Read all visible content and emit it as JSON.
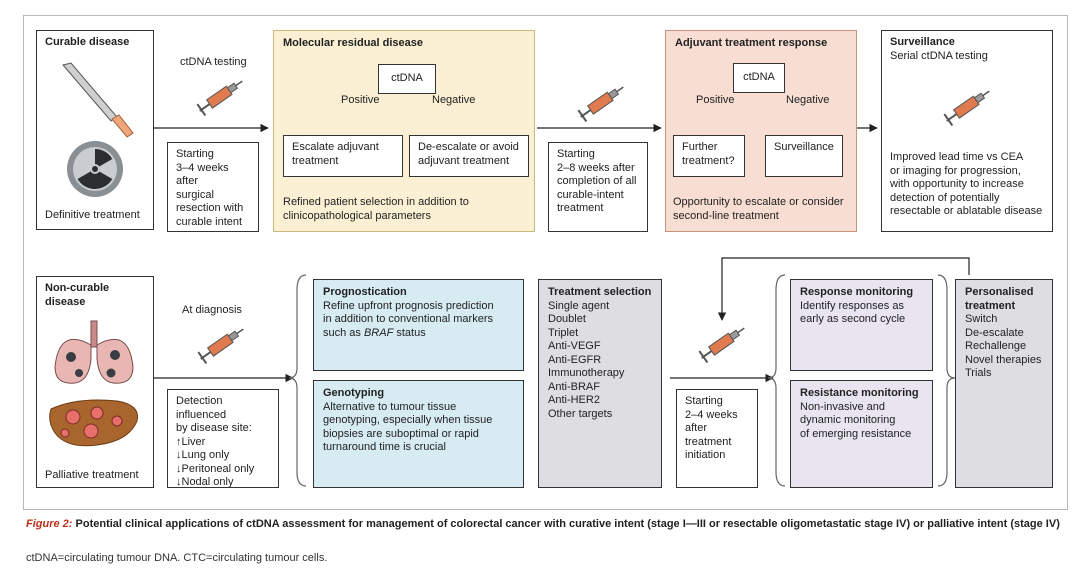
{
  "top_row": {
    "curable": {
      "title": "Curable disease",
      "footer": "Definitive treatment"
    },
    "ctdna_testing_label": "ctDNA testing",
    "starting_1": "Starting\n3–4 weeks after\nsurgical\nresection with\ncurable intent",
    "mrd": {
      "title": "Molecular residual disease",
      "ctdna": "ctDNA",
      "positive": "Positive",
      "negative": "Negative",
      "escalate": "Escalate adjuvant\ntreatment",
      "deescalate": "De-escalate or avoid\nadjuvant treatment",
      "footer": "Refined patient selection in addition to\nclinicopathological parameters"
    },
    "starting_2": "Starting\n2–8 weeks after\ncompletion of all\ncurable-intent\ntreatment",
    "adjuvant": {
      "title": "Adjuvant treatment response",
      "ctdna": "ctDNA",
      "positive": "Positive",
      "negative": "Negative",
      "further": "Further\ntreatment?",
      "surveillance": "Surveillance",
      "footer": "Opportunity to escalate or consider\nsecond-line treatment"
    },
    "surveillance": {
      "title": "Surveillance",
      "subtitle": "Serial ctDNA testing",
      "body": "Improved lead time vs CEA\nor imaging for progression,\nwith opportunity to increase\ndetection of potentially\nresectable or ablatable disease"
    }
  },
  "bottom_row": {
    "noncurable": {
      "title": "Non-curable\ndisease",
      "footer": "Palliative treatment"
    },
    "at_diagnosis": "At diagnosis",
    "detection": {
      "intro": "Detection influenced\nby disease site:",
      "items": [
        "↑Liver",
        "↓Lung only",
        "↓Peritoneal only",
        "↓Nodal only"
      ]
    },
    "prognostication": {
      "title": "Prognostication",
      "body_pre": "Refine upfront prognosis prediction\nin addition to conventional markers\nsuch as ",
      "body_em": "BRAF",
      "body_post": " status"
    },
    "genotyping": {
      "title": "Genotyping",
      "body": "Alternative to tumour tissue\ngenotyping, especially when tissue\nbiopsies are suboptimal or rapid\nturnaround time is crucial"
    },
    "treatment_selection": {
      "title": "Treatment selection",
      "items": [
        "Single agent",
        "Doublet",
        "Triplet",
        "Anti-VEGF",
        "Anti-EGFR",
        "Immunotherapy",
        "Anti-BRAF",
        "Anti-HER2",
        "Other targets"
      ]
    },
    "starting_3": "Starting\n2–4 weeks\nafter\ntreatment\ninitiation",
    "response_monitoring": {
      "title": "Response monitoring",
      "body": "Identify responses as\nearly as second cycle"
    },
    "resistance_monitoring": {
      "title": "Resistance monitoring",
      "body": "Non-invasive and\ndynamic monitoring\nof emerging resistance"
    },
    "personalised": {
      "title": "Personalised\ntreatment",
      "items": [
        "Switch",
        "De-escalate",
        "Rechallenge",
        "Novel therapies",
        "Trials"
      ]
    }
  },
  "caption": {
    "figure_label": "Figure 2:",
    "title": " Potential clinical applications of ctDNA assessment for management of colorectal cancer with curative intent (stage I—III or resectable oligometastatic stage IV) or palliative intent (stage IV)",
    "footnote": "ctDNA=circulating tumour DNA. CTC=circulating tumour cells."
  },
  "colors": {
    "yellow_panel": "#fbf0d3",
    "salmon_panel": "#f7ddd2",
    "blue_panel": "#d7ebf3",
    "gray_panel": "#dedee2",
    "lavender_panel": "#e8e5f1",
    "figure_label": "#b8321a",
    "syringe": "#e07a4f"
  },
  "icons": [
    "scalpel-icon",
    "radiation-icon",
    "syringe-icon",
    "lungs-icon",
    "liver-icon"
  ]
}
